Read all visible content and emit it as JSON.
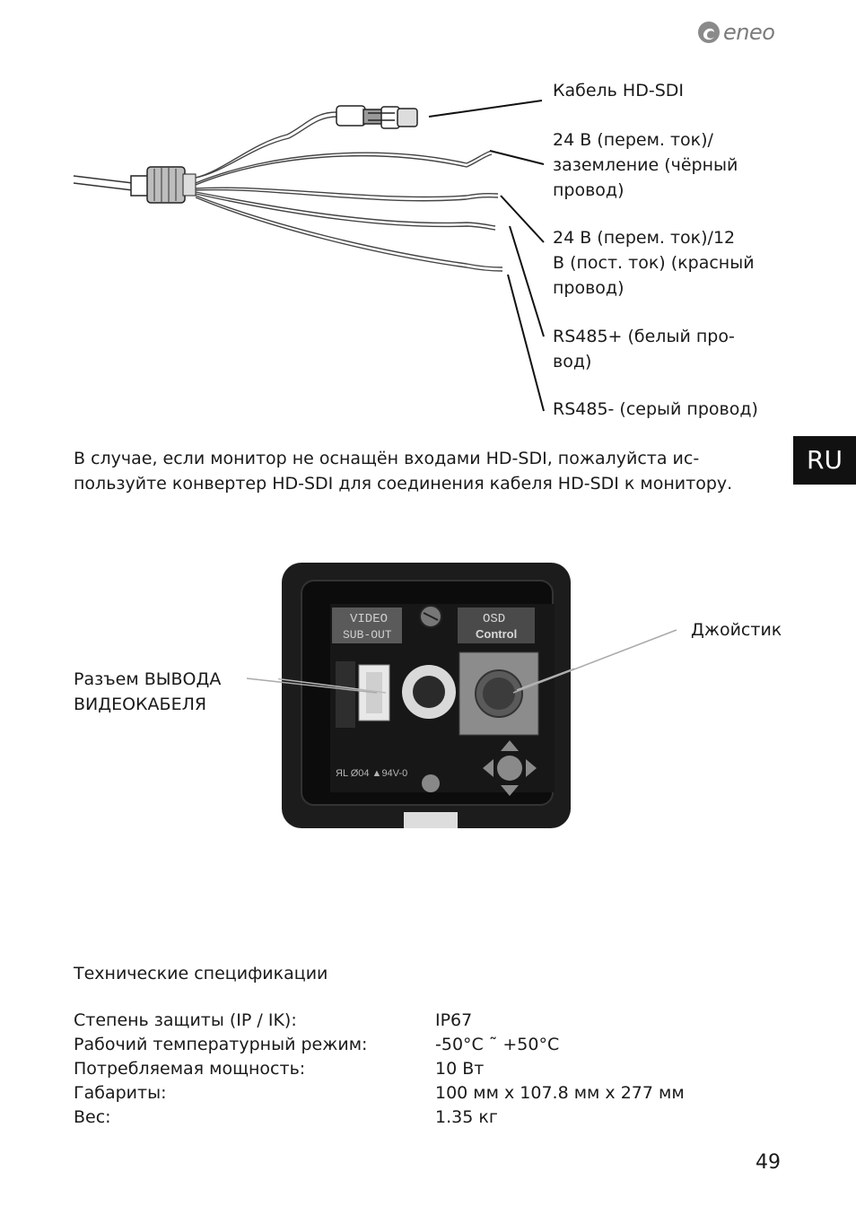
{
  "header": {
    "logo_text": "eneo",
    "language_tab": "RU"
  },
  "cable_labels": {
    "hdsdi": "Кабель HD-SDI",
    "ground": [
      "24 В (перем. ток)/",
      "заземление (чёрный",
      "провод)"
    ],
    "power": [
      "24 В (перем. ток)/12",
      "В (пост. ток) (красный",
      "провод)"
    ],
    "rs485_plus": [
      "RS485+ (белый про-",
      "вод)"
    ],
    "rs485_minus": "RS485- (серый провод)"
  },
  "paragraph": [
    "В случае, если монитор не оснащён входами HD-SDI, пожалуйста ис-",
    "пользуйте конвертер HD-SDI для соединения кабеля HD-SDI к монитору."
  ],
  "photo_labels": {
    "joystick": "Джойстик",
    "video_out": [
      "Разъем ВЫВОДА",
      "ВИДЕОКАБЕЛЯ"
    ],
    "board_video": "VIDEO",
    "board_subout": "SUB-OUT",
    "board_osd": "OSD",
    "board_control": "Control",
    "board_marking": "ЯL Ø04 ▲94V-0"
  },
  "specs": {
    "title": "Технические спецификации",
    "rows": [
      {
        "key": "Степень защиты (IP / IK):",
        "value": "IP67"
      },
      {
        "key": "Рабочий температурный режим:",
        "value": "-50°C ˜ +50°C"
      },
      {
        "key": "Потребляемая мощность:",
        "value": "10 Вт"
      },
      {
        "key": "Габариты:",
        "value": "100 мм x 107.8 мм x 277 мм"
      },
      {
        "key": "Вес:",
        "value": "1.35 кг"
      }
    ]
  },
  "page_number": "49"
}
